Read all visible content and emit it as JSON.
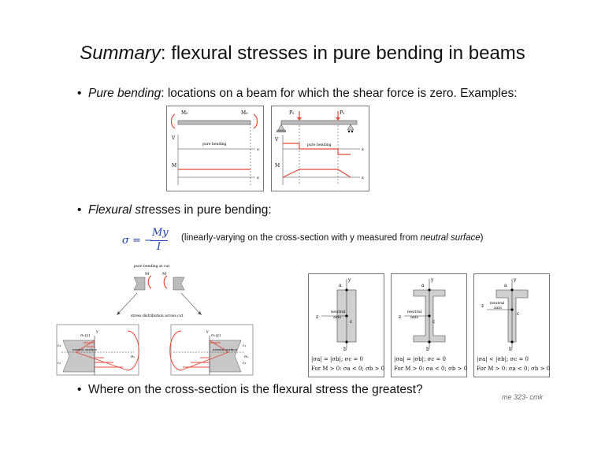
{
  "title": {
    "italic": "Summary",
    "rest": ": flexural stresses in pure bending in beams"
  },
  "bullet1": {
    "italic": "Pure bending",
    "rest": ": locations on a beam for which the shear force is zero. Examples:"
  },
  "bullet2": {
    "italic": "Flexural st",
    "rest": "resses in pure bending:"
  },
  "formula": {
    "lhs": "σ = −",
    "num": "My",
    "den": "I"
  },
  "formula_note": {
    "pre": "(linearly-varying on the cross-section with y measured from ",
    "italic": "neutral surface",
    "post": ")"
  },
  "bullet3": {
    "text": "Where on the cross-section is the flexural stress the greatest?"
  },
  "credit": "me 323- cmk",
  "beam_diagrams": {
    "left": {
      "m0_left": "M₀",
      "m0_right": "M₀",
      "v_label": "V",
      "m_label": "M",
      "x_label": "x",
      "pure_bending": "pure bending"
    },
    "right": {
      "p0_left": "P₀",
      "p0_right": "P₀",
      "v_label": "V",
      "m_label": "M",
      "x_label": "x",
      "pure_bending": "pure bending"
    }
  },
  "stress_figure": {
    "top_label": "pure bending at cut",
    "mid_label": "stress distribution across cut",
    "m_left": "M",
    "m_right": "M",
    "left_box": {
      "sigma_top": "σₓ(y)",
      "y": "y",
      "neutral": "neutral surface",
      "sigma": "σₓ",
      "c1": "c₁",
      "c2": "c₂"
    },
    "right_box": {
      "sigma_top": "σₓ(y)",
      "y": "y",
      "neutral": "neutral surface",
      "sigma": "σₓ",
      "c1": "c₁",
      "c2": "c₂"
    }
  },
  "sections": [
    {
      "y": "y",
      "z": "z",
      "a": "a",
      "b": "b",
      "c": "c",
      "neutral1": "neutral",
      "neutral2": "axis",
      "line1": "|σa| = |σb|;  σc = 0",
      "line2": "For M > 0:  σa < 0;  σb > 0"
    },
    {
      "y": "y",
      "z": "z",
      "a": "a",
      "b": "b",
      "c": "c",
      "neutral1": "neutral",
      "neutral2": "axis",
      "line1": "|σa| = |σb|;  σc = 0",
      "line2": "For M > 0:  σa < 0;  σb > 0"
    },
    {
      "y": "y",
      "z": "z",
      "a": "a",
      "b": "b",
      "c": "c",
      "neutral1": "neutral",
      "neutral2": "axis",
      "line1": "|σa| < |σb|;  σc = 0",
      "line2": "For M > 0:  σa < 0;  σb > 0"
    }
  ],
  "colors": {
    "accent": "#e04a3a",
    "formula": "#1f3fb0",
    "gray": "#c8c8c8"
  }
}
